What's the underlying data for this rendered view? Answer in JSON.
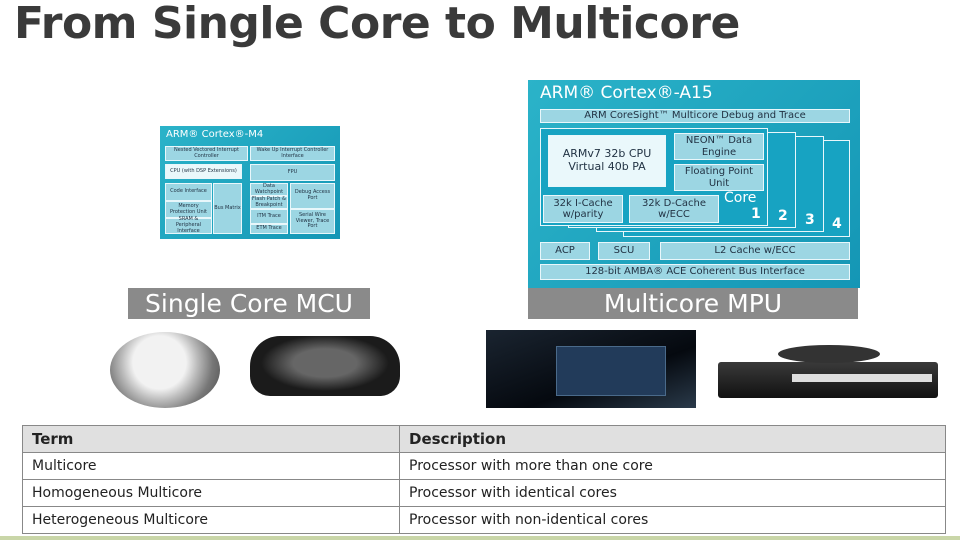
{
  "title": "From Single Core to Multicore",
  "m4": {
    "title": "ARM® Cortex®-M4",
    "nvic": "Nested Vectored Interrupt Controller",
    "wic": "Wake Up Interrupt Controller Interface",
    "cpu": "CPU (with DSP Extensions)",
    "fpu": "FPU",
    "code": "Code Interface",
    "mpu": "Memory Protection Unit",
    "sram": "SRAM & Peripheral Interface",
    "bus": "Bus Matrix",
    "dwt": "Data Watchpoint",
    "fpb": "Flash Patch & Breakpoint",
    "itm": "ITM Trace",
    "etm": "ETM Trace",
    "dap": "Debug Access Port",
    "swv": "Serial Wire Viewer, Trace Port"
  },
  "a15": {
    "title": "ARM® Cortex®-A15",
    "coresight": "ARM CoreSight™ Multicore Debug and Trace",
    "cpu1": "ARMv7 32b CPU",
    "cpu2": "Virtual 40b PA",
    "neon": "NEON™ Data Engine",
    "fpu": "Floating Point Unit",
    "icache": "32k I-Cache w/parity",
    "dcache": "32k D-Cache w/ECC",
    "core": "Core",
    "n1": "1",
    "n2": "2",
    "n3": "3",
    "n4": "4",
    "acp": "ACP",
    "scu": "SCU",
    "l2": "L2 Cache w/ECC",
    "amba": "128-bit AMBA® ACE Coherent Bus Interface"
  },
  "labels": {
    "single": "Single Core MCU",
    "multi": "Multicore MPU"
  },
  "table": {
    "headers": [
      "Term",
      "Description"
    ],
    "rows": [
      [
        "Multicore",
        "Processor with more than one core"
      ],
      [
        "Homogeneous Multicore",
        "Processor with identical cores"
      ],
      [
        "Heterogeneous Multicore",
        "Processor with non-identical cores"
      ]
    ]
  }
}
